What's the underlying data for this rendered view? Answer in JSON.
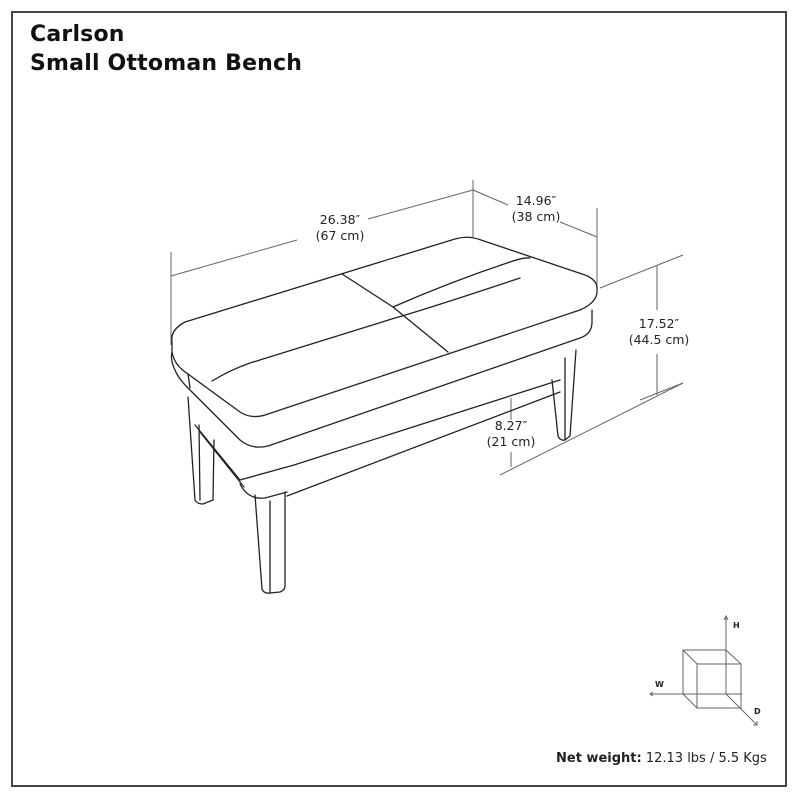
{
  "title": {
    "line1": "Carlson",
    "line2": "Small Ottoman Bench"
  },
  "dimensions": {
    "width": {
      "imperial": "26.38″",
      "metric": "(67 cm)"
    },
    "depth": {
      "imperial": "14.96″",
      "metric": "(38 cm)"
    },
    "height": {
      "imperial": "17.52″",
      "metric": "(44.5 cm)"
    },
    "clearance": {
      "imperial": "8.27″",
      "metric": "(21 cm)"
    }
  },
  "axes_legend": {
    "h": "H",
    "w": "W",
    "d": "D"
  },
  "weight": {
    "label": "Net weight:",
    "value": "12.13 lbs / 5.5 Kgs"
  },
  "colors": {
    "line": "#222222",
    "dimension_line": "#555555",
    "frame": "#444444"
  }
}
